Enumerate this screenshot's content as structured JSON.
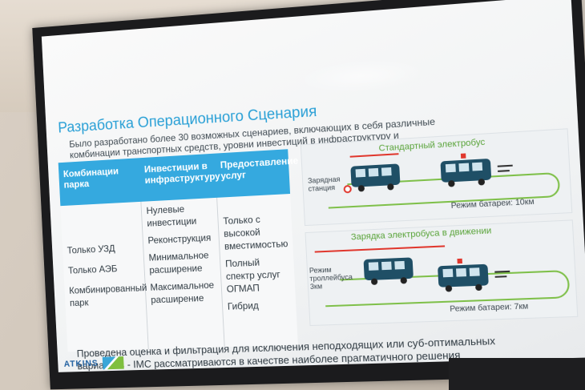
{
  "slide": {
    "title": "Разработка Операционного Сценария",
    "bullet": "Было разработано более 30 возможных сценариев, включающих в себя различные комбинации транспортных средств, уровни инвестиций в инфраструктуру и предоставление услуг",
    "table": {
      "headers": [
        "Комбинации парка",
        "Инвестиции в инфраструктуру",
        "Предоставление услуг"
      ],
      "col1": [
        "Только УЗД",
        "Только АЭБ",
        "Комбинированный парк"
      ],
      "col2": [
        "Нулевые инвестиции",
        "Реконструкция",
        "Минимальное расширение",
        "Максимальное расширение"
      ],
      "col3": [
        "Только с высокой вместимостью",
        "Полный спектр услуг ОГМАП",
        "Гибрид"
      ]
    },
    "diagram": {
      "top_label": "Стандартный электробус",
      "charging_station": "Зарядная станция",
      "battery_mode_1": "Режим батареи: 10км",
      "bottom_label": "Зарядка электробуса в движении",
      "trolley_mode": "Режим троллейбуса 3км",
      "battery_mode_2": "Режим батареи: 7км"
    },
    "note": "Проведена оценка и фильтрация для исключения неподходящих или суб-оптимальных вариантов - IMC рассматриваются в качестве наиболее прагматичного решения",
    "logo": "ATKINS"
  },
  "colors": {
    "accent_blue": "#35a9df",
    "green": "#5aa43a",
    "bus_blue": "#1f4f66",
    "red": "#e0372d"
  }
}
